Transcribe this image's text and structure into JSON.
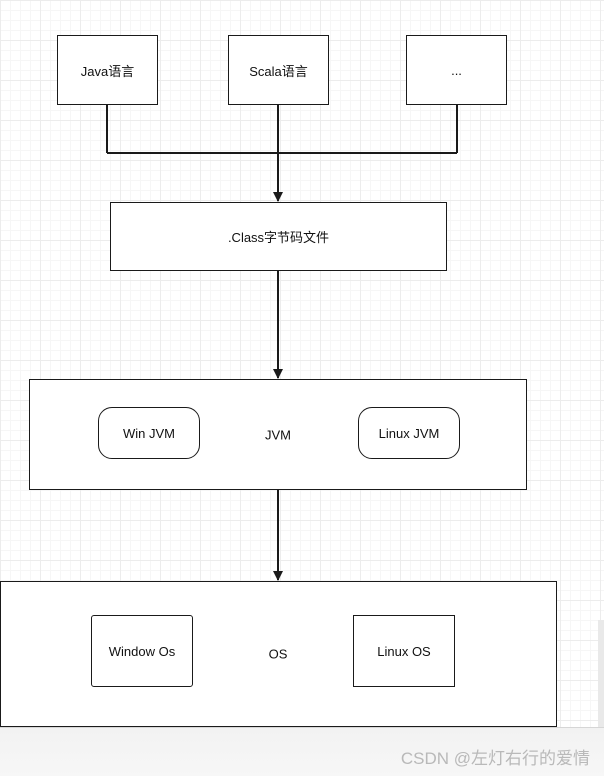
{
  "languages": {
    "java": "Java语言",
    "scala": "Scala语言",
    "more": "..."
  },
  "bytecode": {
    "label": ".Class字节码文件"
  },
  "jvm": {
    "label": "JVM",
    "win": "Win JVM",
    "linux": "Linux JVM"
  },
  "os": {
    "label": "OS",
    "windows": "Window Os",
    "linux": "Linux OS"
  },
  "watermark": "CSDN @左灯右行的爱情"
}
